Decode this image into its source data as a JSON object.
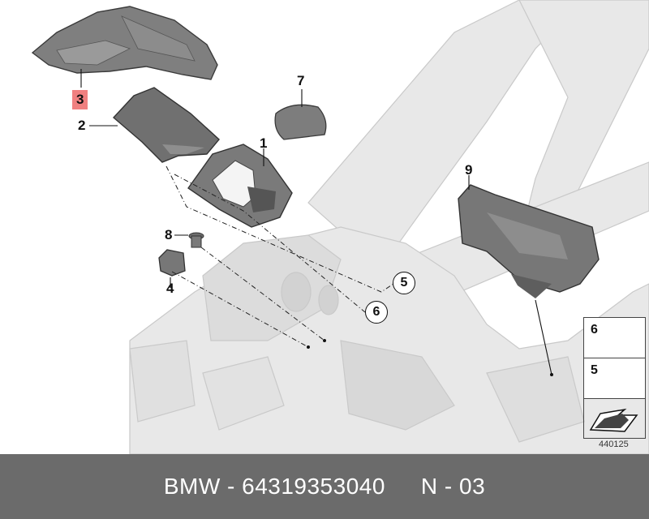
{
  "callouts": {
    "c1": "1",
    "c2": "2",
    "c3": "3",
    "c4": "4",
    "c7": "7",
    "c8": "8",
    "c9": "9",
    "c5": "5",
    "c6": "6"
  },
  "legend": {
    "item_top": "6",
    "item_bottom": "5"
  },
  "reference_code": "440125",
  "footer": {
    "part_text": "BMW - 64319353040",
    "position_text": "N - 03"
  },
  "colors": {
    "highlight": "#f08080",
    "footer_bg": "#6b6b6b",
    "part_fill": "#7a7a7a",
    "body_fill": "#e6e6e6"
  }
}
